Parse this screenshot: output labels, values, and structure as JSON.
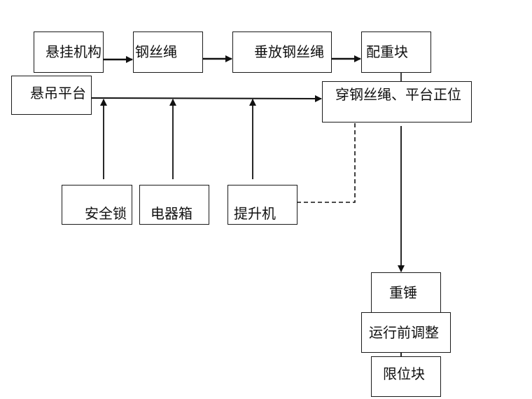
{
  "diagram": {
    "type": "flowchart",
    "nodes": {
      "suspension_mechanism": "悬挂机构",
      "wire_rope": "钢丝绳",
      "lower_wire_rope": "垂放钢丝绳",
      "counterweight": "配重块",
      "suspended_platform": "悬吊平台",
      "thread_rope_align_platform": "穿钢丝绳、平台正位",
      "safety_lock": "安全锁",
      "electrical_box": "电器箱",
      "hoist": "提升机",
      "heavy_hammer": "重锤",
      "pre_run_adjustment": "运行前调整",
      "limit_block": "限位块"
    },
    "edges": [
      {
        "from": "suspension_mechanism",
        "to": "wire_rope",
        "style": "solid"
      },
      {
        "from": "wire_rope",
        "to": "lower_wire_rope",
        "style": "solid"
      },
      {
        "from": "lower_wire_rope",
        "to": "counterweight",
        "style": "solid"
      },
      {
        "from": "counterweight",
        "to": "thread_rope_align_platform",
        "style": "solid"
      },
      {
        "from": "suspended_platform",
        "to": "thread_rope_align_platform",
        "style": "solid"
      },
      {
        "from": "safety_lock",
        "to": "suspended_platform_line",
        "style": "solid"
      },
      {
        "from": "electrical_box",
        "to": "suspended_platform_line",
        "style": "solid"
      },
      {
        "from": "hoist",
        "to": "suspended_platform_line",
        "style": "solid"
      },
      {
        "from": "hoist",
        "to": "thread_rope_align_platform",
        "style": "dashed"
      },
      {
        "from": "thread_rope_align_platform",
        "to": "heavy_hammer",
        "style": "solid"
      },
      {
        "from": "heavy_hammer",
        "to": "pre_run_adjustment",
        "style": "solid"
      },
      {
        "from": "pre_run_adjustment",
        "to": "limit_block",
        "style": "solid"
      }
    ]
  }
}
